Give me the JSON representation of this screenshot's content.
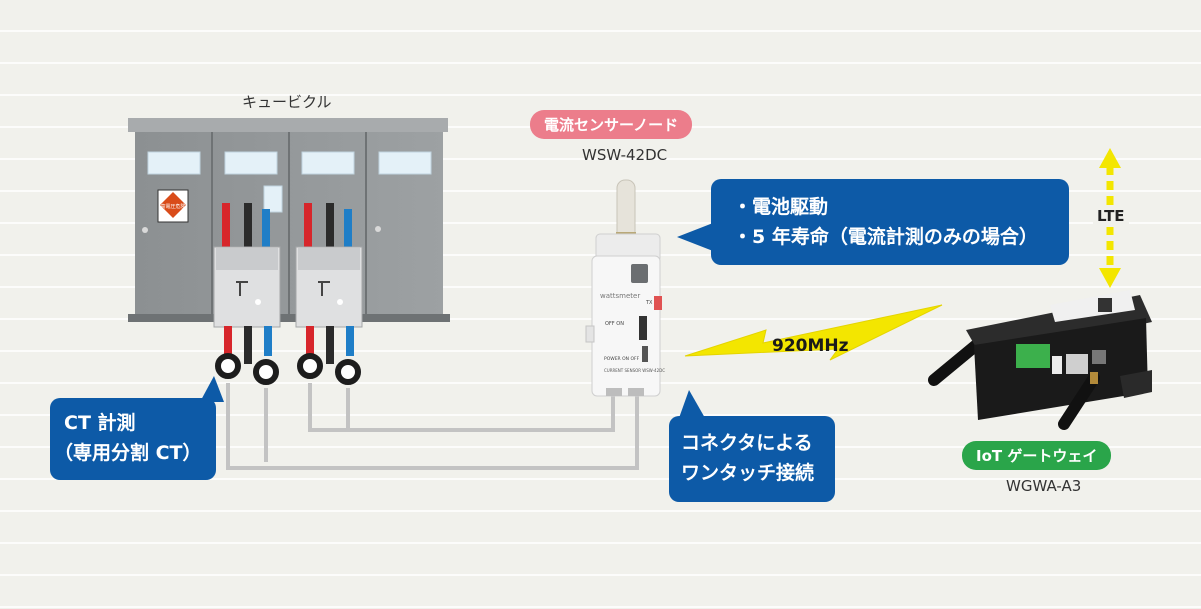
{
  "cubicle": {
    "label": "キュービクル",
    "sign_text": "高電圧危険"
  },
  "sensor_node": {
    "title": "電流センサーノード",
    "model": "WSW-42DC",
    "features": [
      "・電池駆動",
      "・5 年寿命（電流計測のみの場合）"
    ],
    "device_labels": {
      "brand": "wattsmeter",
      "tx": "TX",
      "offon": "OFF ON",
      "power": "POWER ON OFF",
      "name": "CURRENT SENSOR WSW-42DC"
    }
  },
  "ct": {
    "label_line1": "CT 計測",
    "label_line2": "（専用分割 CT）"
  },
  "connector": {
    "label_line1": "コネクタによる",
    "label_line2": "ワンタッチ接続"
  },
  "radio": {
    "label": "920MHz"
  },
  "lte": {
    "label": "LTE"
  },
  "gateway": {
    "title": "IoT ゲートウェイ",
    "model": "WGWA-A3"
  },
  "colors": {
    "bubble_blue": "#0d5aa7",
    "pill_pink": "#ec7d8b",
    "pill_green": "#2aa54a",
    "lightning_yellow": "#f3e600",
    "cubicle_gray": "#8f9395"
  }
}
